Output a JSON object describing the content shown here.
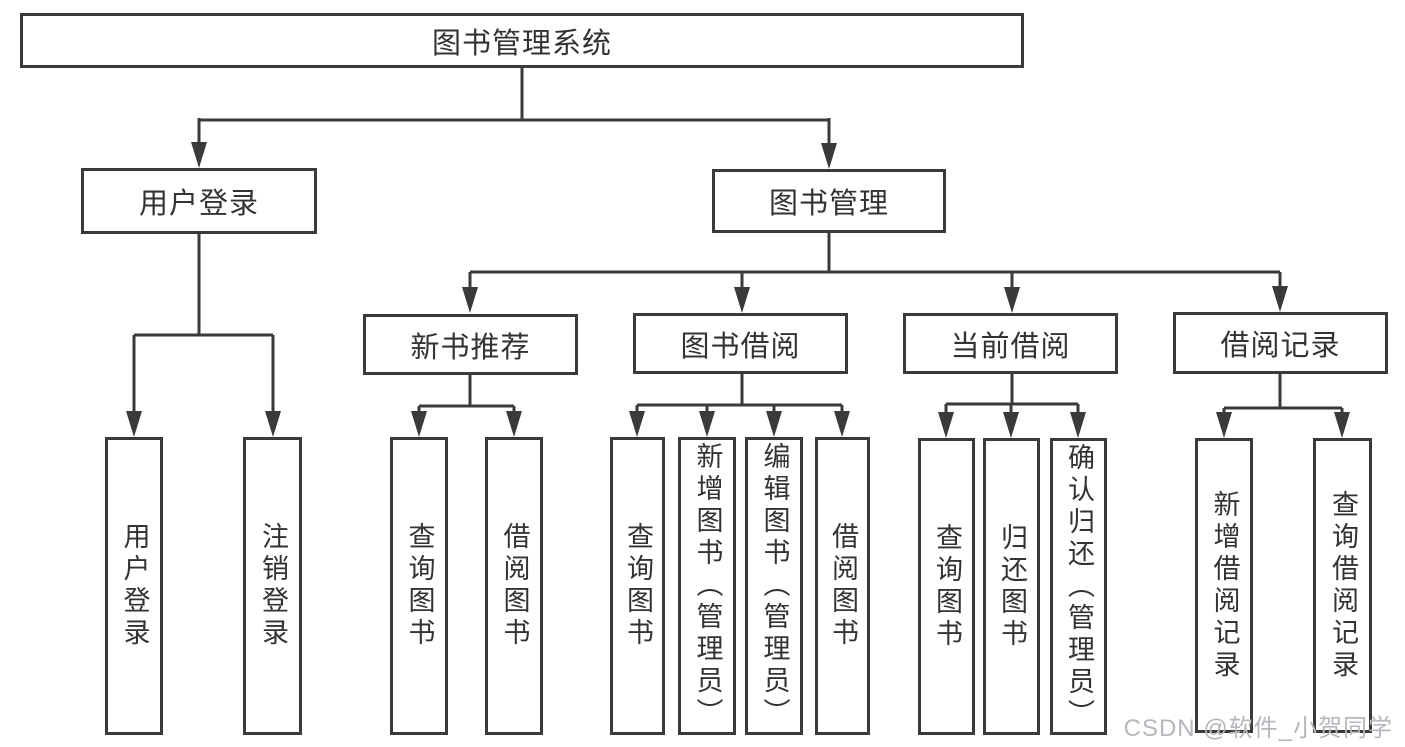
{
  "nodes": {
    "root": "图书管理系统",
    "userLogin": "用户登录",
    "bookMgmt": "图书管理",
    "newBooks": "新书推荐",
    "bookBorrow": "图书借阅",
    "currentBorrow": "当前借阅",
    "borrowRecords": "借阅记录"
  },
  "leaves": {
    "userLogin": [
      "用户登录",
      "注销登录"
    ],
    "newBooks": [
      "查询图书",
      "借阅图书"
    ],
    "bookBorrow": [
      "查询图书",
      "新增图书（管理员）",
      "编辑图书（管理员）",
      "借阅图书"
    ],
    "currentBorrow": [
      "查询图书",
      "归还图书",
      "确认归还（管理员）"
    ],
    "borrowRecords": [
      "新增借阅记录",
      "查询借阅记录"
    ]
  },
  "watermark": "CSDN @软件_小贺同学",
  "colors": {
    "line": "#3a3a3a",
    "text": "#333333",
    "watermark": "#b4b7bc",
    "background": "#ffffff"
  }
}
